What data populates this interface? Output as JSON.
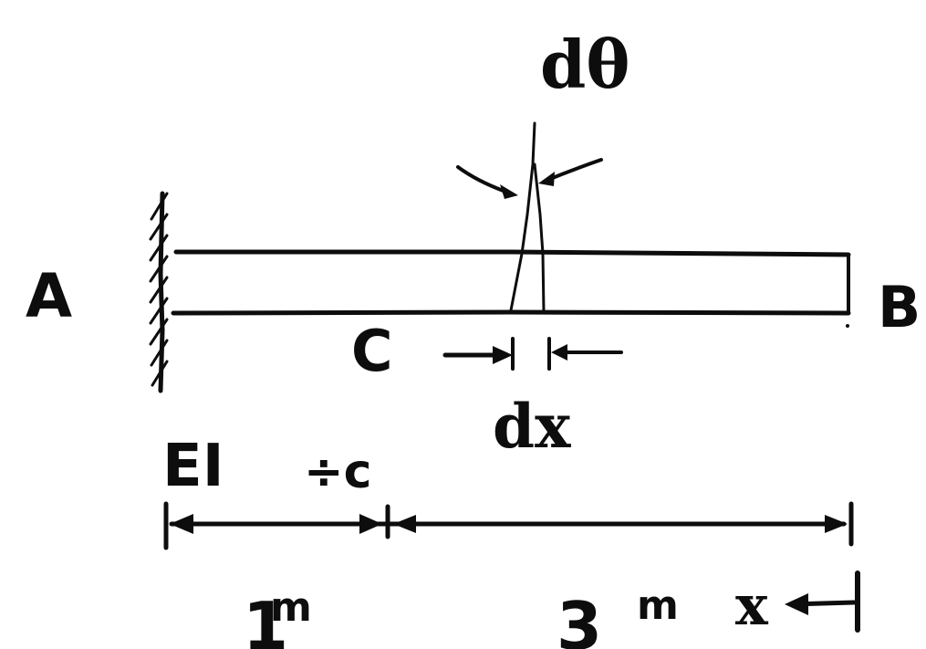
{
  "labels": {
    "point_a": "A",
    "point_b": "B",
    "point_c": "C",
    "dtheta": "dθ",
    "dx": "dx",
    "ei": "EI",
    "ei_value": "÷c",
    "dim_left": "1",
    "dim_left_unit": "m",
    "dim_right": "3",
    "dim_right_unit": "m",
    "x_axis": "x"
  },
  "colors": {
    "ink": "#0d0d0d",
    "background": "#ffffff"
  }
}
